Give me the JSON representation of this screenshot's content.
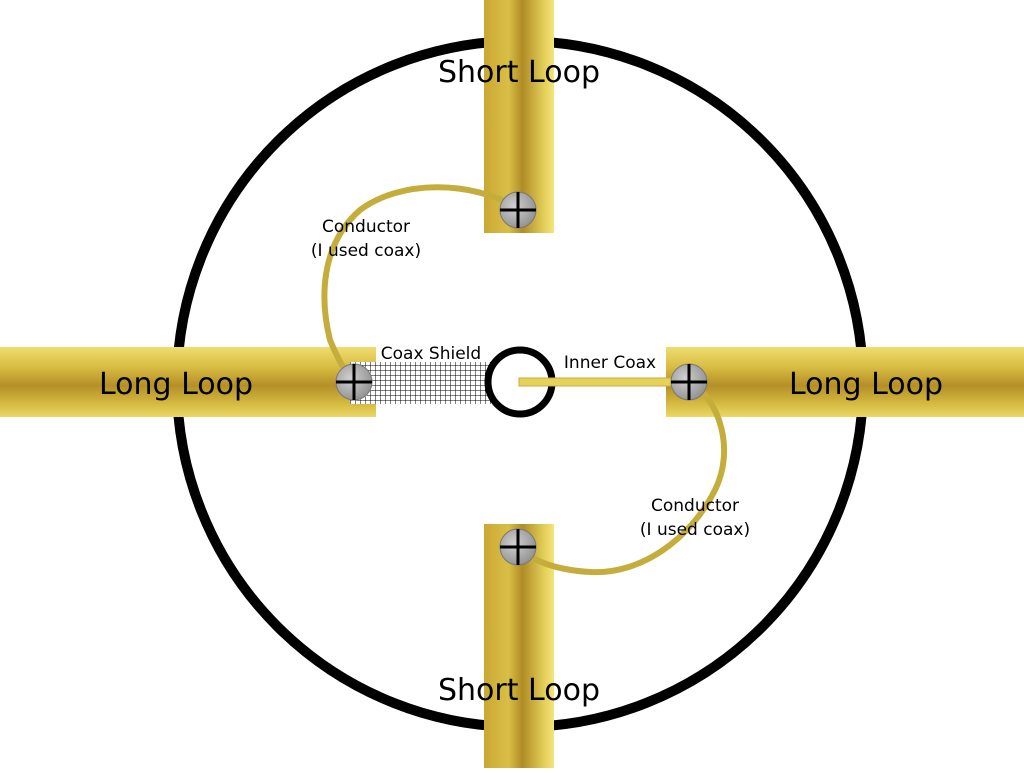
{
  "labels": {
    "short_loop_top": "Short Loop",
    "short_loop_bottom": "Short Loop",
    "long_loop_left": "Long Loop",
    "long_loop_right": "Long Loop",
    "coax_shield": "Coax Shield",
    "inner_coax": "Inner Coax",
    "conductor_upper_line1": "Conductor",
    "conductor_upper_line2": "(I used coax)",
    "conductor_lower_line1": "Conductor",
    "conductor_lower_line2": "(I used coax)"
  },
  "colors": {
    "ring": "#000000",
    "brass_dark": "#b8962a",
    "brass_mid": "#d4b93a",
    "brass_light": "#efdd72",
    "conductor_wire": "#c5ad3c",
    "screw": "#a8a8a8",
    "mesh": "#000000"
  }
}
